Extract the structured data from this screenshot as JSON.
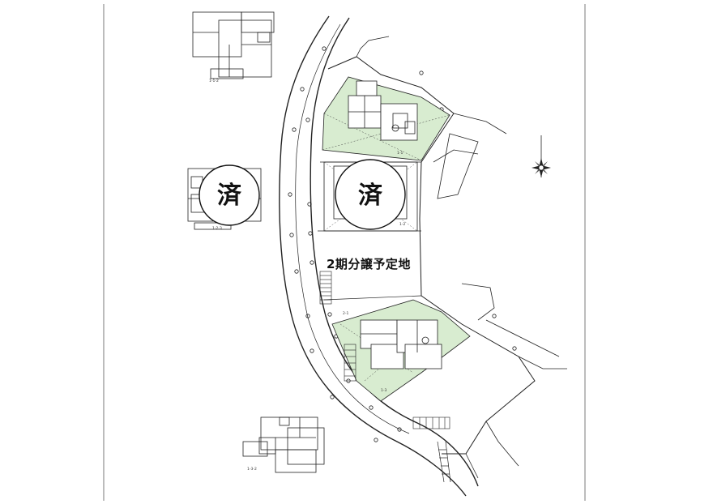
{
  "map": {
    "sold_markers": [
      {
        "id": "left-house",
        "label": "済"
      },
      {
        "id": "lot-1-2",
        "label": "済"
      }
    ],
    "phase2_label": "2期分譲予定地",
    "lot_labels": [
      "1-1",
      "1-2",
      "2-1",
      "1-3"
    ],
    "house_plan_labels": [
      "1-1-2",
      "1-2-3",
      "1-3-2"
    ],
    "colors": {
      "lot_fill": "#d8ecd0",
      "line": "#222222",
      "marker_fill": "#ffffff"
    }
  }
}
